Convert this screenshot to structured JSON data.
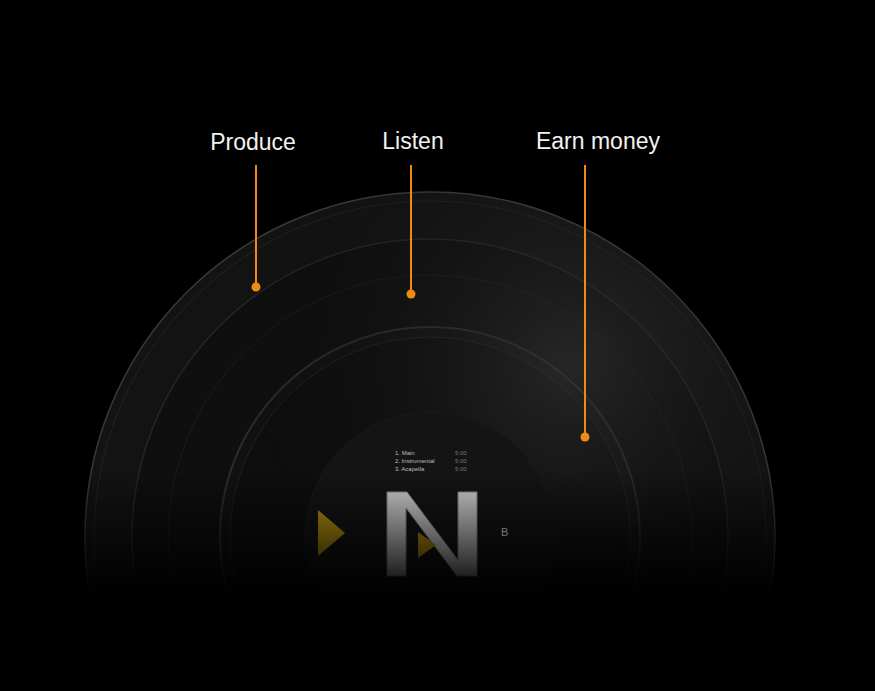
{
  "diagram": {
    "labels": [
      "Produce",
      "Listen",
      "Earn money",
      "1. Main",
      "5:00",
      "2. Instrumental",
      "5:00",
      "3. Acapella",
      "5:00",
      "B"
    ]
  }
}
